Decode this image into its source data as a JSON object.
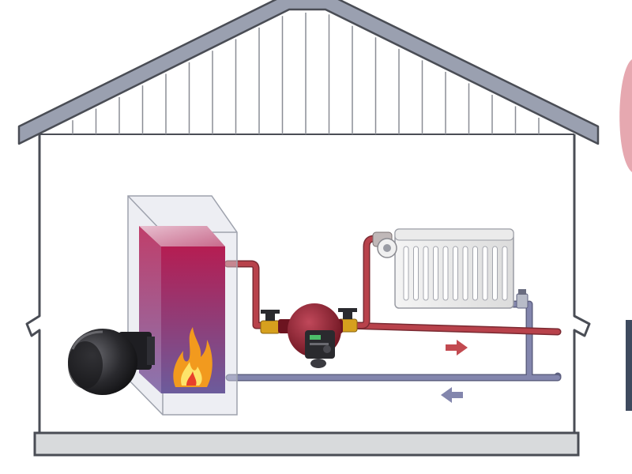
{
  "diagram": {
    "title": "",
    "components": [
      {
        "id": "house",
        "label": ""
      },
      {
        "id": "boiler",
        "label": ""
      },
      {
        "id": "burner",
        "label": ""
      },
      {
        "id": "flame",
        "label": ""
      },
      {
        "id": "circulation-pump",
        "label": ""
      },
      {
        "id": "radiator",
        "label": ""
      },
      {
        "id": "thermostatic-valve",
        "label": ""
      },
      {
        "id": "return-valve",
        "label": ""
      },
      {
        "id": "supply-ball-valve",
        "label": ""
      },
      {
        "id": "pump-ball-valve",
        "label": ""
      }
    ],
    "flows": [
      {
        "id": "supply-line",
        "direction": "right",
        "color": "#b8424b"
      },
      {
        "id": "return-line",
        "direction": "left",
        "color": "#8386ad"
      }
    ]
  },
  "colors": {
    "roof": "#9aa0b0",
    "house_outline": "#4a4d55",
    "supply_pipe": "#b8424b",
    "return_pipe": "#8386ad",
    "boiler_top": "#d8a0b8",
    "boiler_body": "#b51d52",
    "valve_brass": "#d6a01e",
    "pump": "#8c1f2e",
    "burner": "#2a2a2e"
  }
}
